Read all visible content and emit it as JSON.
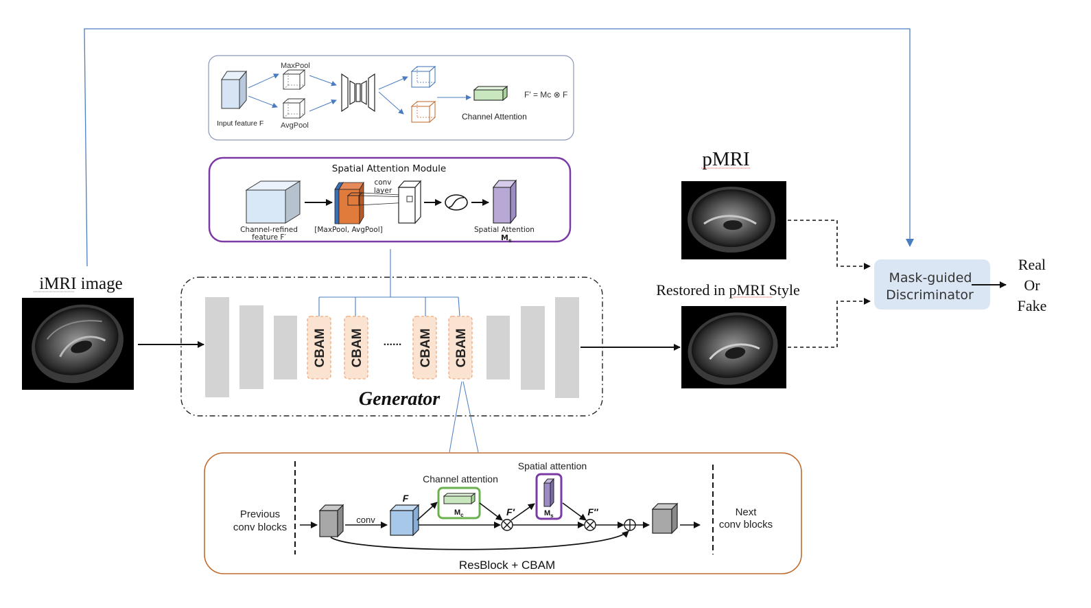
{
  "colors": {
    "arrow_blue": "#4a7cc0",
    "channel_box_border": "#8a96b8",
    "spatial_box_border": "#7b3aa3",
    "resblock_border": "#c06a2c",
    "cbam_fill": "#fbe3d2",
    "cbam_border": "#f0a87a",
    "gen_block": "#d3d3d3",
    "discriminator_fill": "#dbe6f4",
    "channel_att_border": "#6ab04c",
    "spatial_att_border": "#7b3aa3"
  },
  "labels": {
    "imri": "iMRI image",
    "pmri": "pMRI",
    "restored": "Restored in pMRI Style",
    "disc_line1": "Mask-guided",
    "disc_line2": "Discriminator",
    "out_real": "Real",
    "out_or": "Or",
    "out_fake": "Fake",
    "generator": "Generator",
    "cbam": "CBAM",
    "dots": "......"
  },
  "channel_module": {
    "maxpool": "MaxPool",
    "avgpool": "AvgPool",
    "input_feature": "Input feature F",
    "formula": "F' = Mc ⊗ F",
    "channel_attention": "Channel Attention"
  },
  "spatial_module": {
    "title": "Spatial Attention Module",
    "conv_layer_1": "conv",
    "conv_layer_2": "layer",
    "channel_refined_1": "Channel-refined",
    "channel_refined_2": "feature F′",
    "pools": "[MaxPool, AvgPool]",
    "spatial_attention": "Spatial Attention",
    "ms": "M",
    "ms_sub": "s"
  },
  "resblock": {
    "previous_1": "Previous",
    "previous_2": "conv blocks",
    "conv": "conv",
    "f": "F",
    "channel_attention": "Channel attention",
    "mc": "M",
    "mc_sub": "c",
    "f_prime": "F′",
    "spatial_attention": "Spatial attention",
    "ms": "M",
    "ms_sub": "s",
    "f_dprime": "F″",
    "next_1": "Next",
    "next_2": "conv blocks",
    "caption": "ResBlock + CBAM"
  }
}
